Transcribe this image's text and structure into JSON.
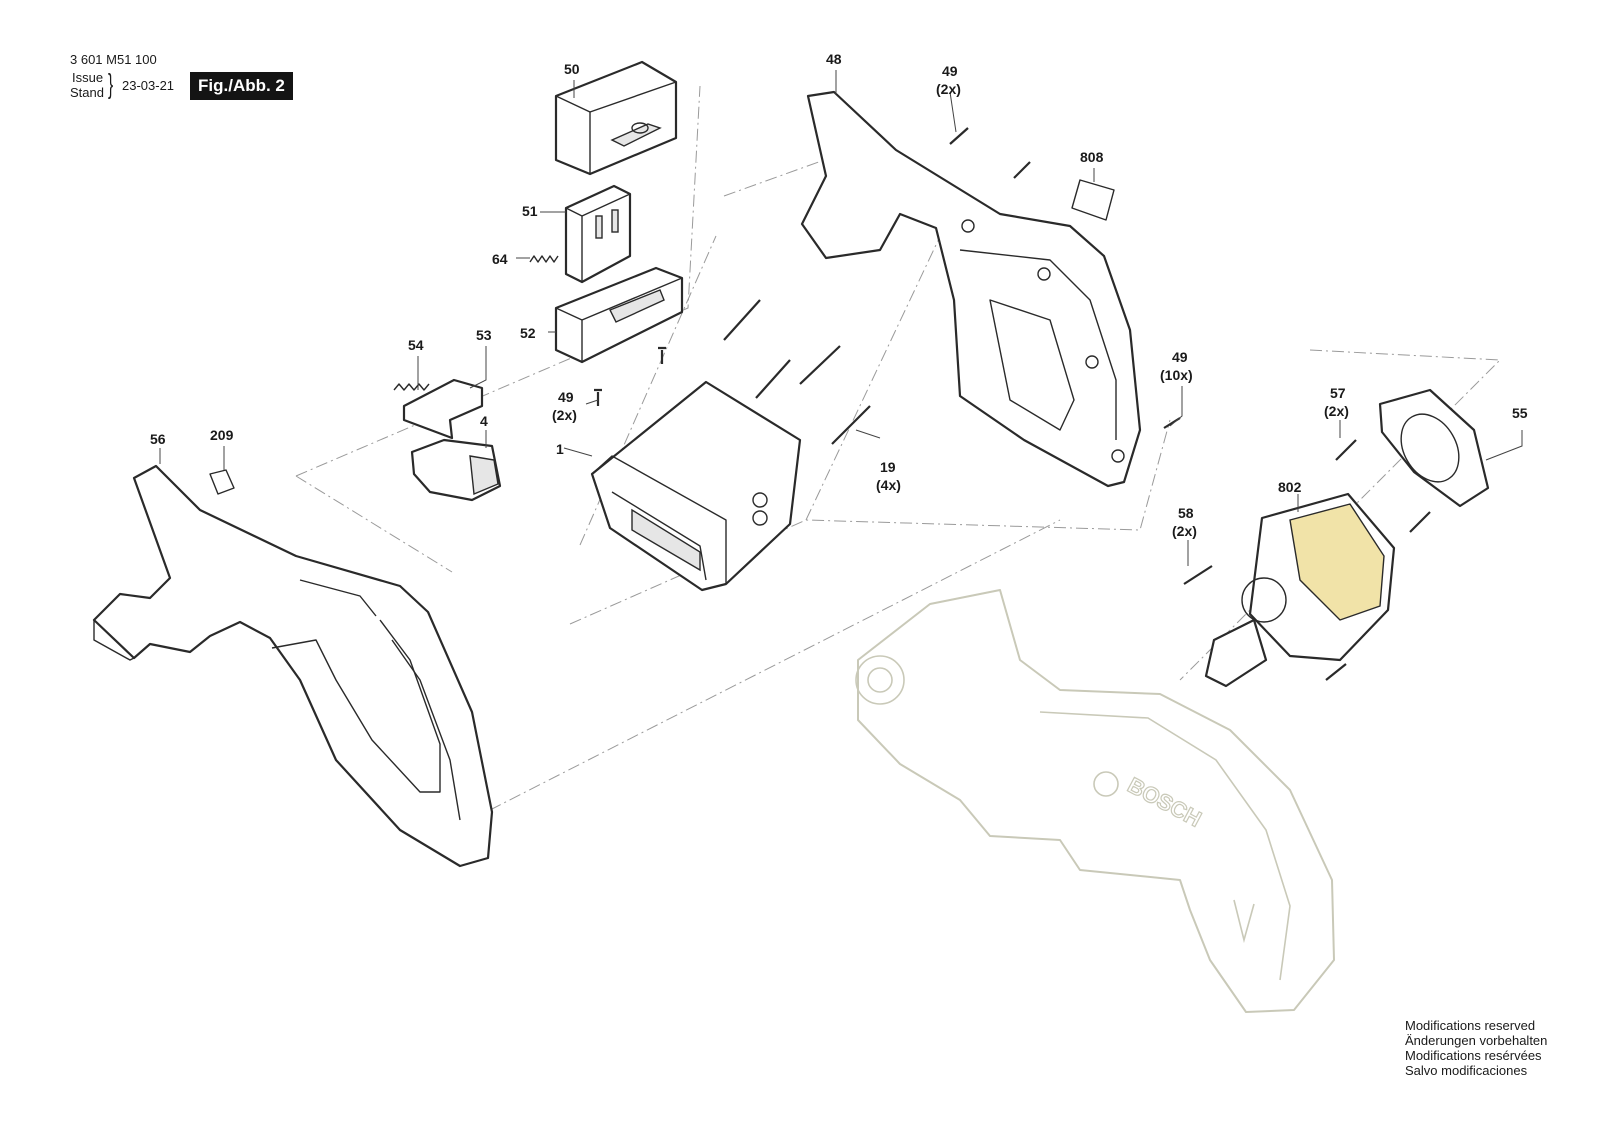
{
  "header": {
    "part_number": "3 601 M51 100",
    "issue_label": "Issue",
    "stand_label": "Stand",
    "date": "23-03-21",
    "figure_badge": "Fig./Abb. 2"
  },
  "brand_mark": "BOSCH",
  "callouts": {
    "c1": "1",
    "c4": "4",
    "c19": "19",
    "c19_qty": "(4x)",
    "c48": "48",
    "c49_top": "49",
    "c49_top_qty": "(2x)",
    "c49_mid": "49",
    "c49_mid_qty": "(2x)",
    "c49_right": "49",
    "c49_right_qty": "(10x)",
    "c50": "50",
    "c51": "51",
    "c52": "52",
    "c53": "53",
    "c54": "54",
    "c55": "55",
    "c56": "56",
    "c57": "57",
    "c57_qty": "(2x)",
    "c58": "58",
    "c58_qty": "(2x)",
    "c64": "64",
    "c209": "209",
    "c802": "802",
    "c808": "808"
  },
  "notice": {
    "line1": "Modifications reserved",
    "line2": "Änderungen vorbehalten",
    "line3": "Modifications resérvées",
    "line4": "Salvo modificaciones"
  }
}
